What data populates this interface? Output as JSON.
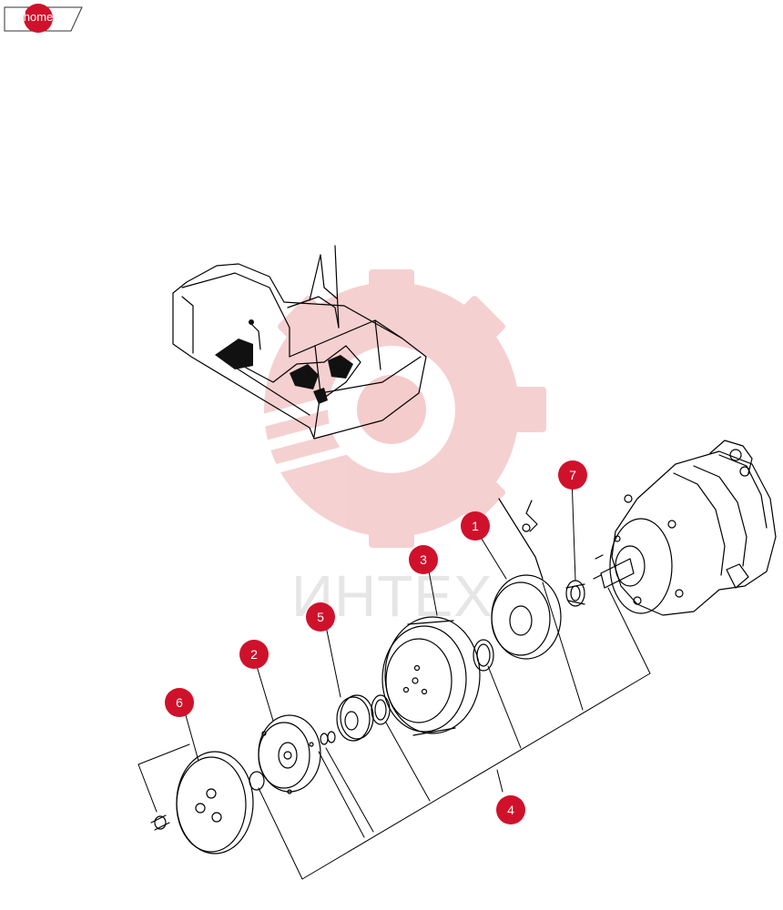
{
  "nav": {
    "home_label": "home"
  },
  "watermark": {
    "text": "ИНТЕХ"
  },
  "colors": {
    "callout": "#d0112b",
    "line": "#000000",
    "watermark": "#f2c5c5"
  },
  "callouts": [
    {
      "id": "callout-1",
      "label": "1"
    },
    {
      "id": "callout-2",
      "label": "2"
    },
    {
      "id": "callout-3",
      "label": "3"
    },
    {
      "id": "callout-4",
      "label": "4"
    },
    {
      "id": "callout-5",
      "label": "5"
    },
    {
      "id": "callout-6",
      "label": "6"
    },
    {
      "id": "callout-7",
      "label": "7"
    }
  ]
}
